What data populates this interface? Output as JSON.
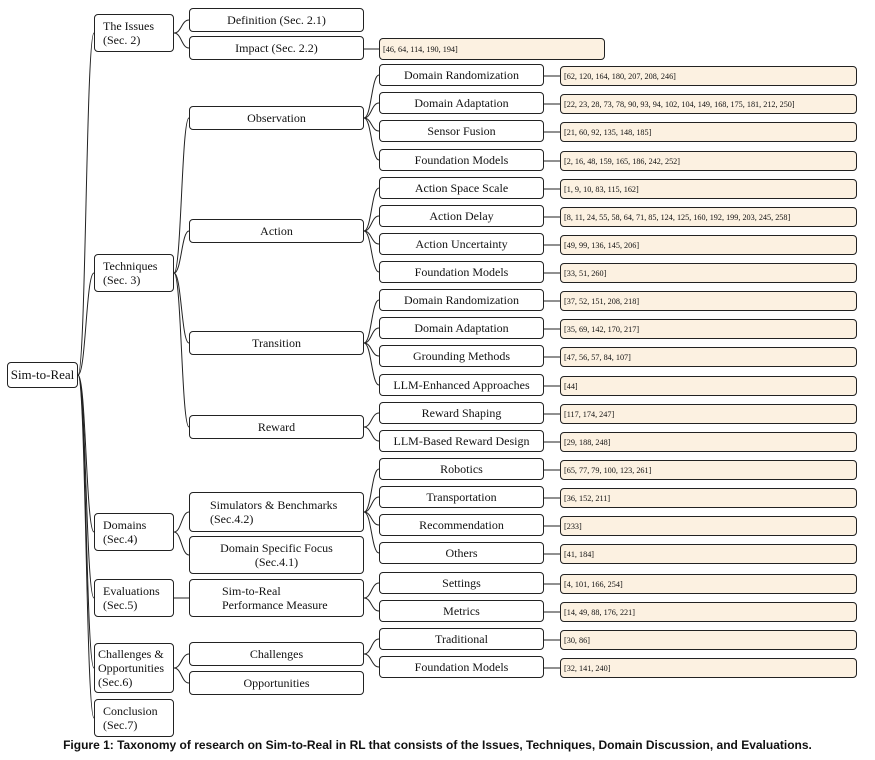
{
  "root": "Sim-to-Real",
  "sections": {
    "issues": "The Issues\n(Sec. 2)",
    "techniques": "Techniques\n(Sec. 3)",
    "domains": "Domains\n(Sec.4)",
    "evaluations": "Evaluations\n(Sec.5)",
    "challenges": "Challenges &\nOpportunities\n(Sec.6)",
    "conclusion": "Conclusion\n(Sec.7)"
  },
  "issues": {
    "definition": "Definition (Sec. 2.1)",
    "impact": "Impact (Sec. 2.2)",
    "impact_refs": "[46, 64, 114, 190, 194]"
  },
  "techniques": {
    "observation": {
      "label": "Observation",
      "items": [
        {
          "label": "Domain Randomization",
          "refs": "[62, 120, 164, 180, 207, 208, 246]"
        },
        {
          "label": "Domain Adaptation",
          "refs": "[22, 23, 28, 73, 78, 90, 93, 94, 102, 104, 149, 168, 175, 181, 212, 250]"
        },
        {
          "label": "Sensor Fusion",
          "refs": "[21, 60, 92, 135, 148, 185]"
        },
        {
          "label": "Foundation Models",
          "refs": "[2, 16, 48, 159, 165, 186, 242, 252]"
        }
      ]
    },
    "action": {
      "label": "Action",
      "items": [
        {
          "label": "Action Space Scale",
          "refs": "[1, 9, 10, 83, 115, 162]"
        },
        {
          "label": "Action Delay",
          "refs": "[8, 11, 24, 55, 58, 64, 71, 85, 124, 125, 160, 192, 199, 203, 245, 258]"
        },
        {
          "label": "Action Uncertainty",
          "refs": "[49, 99, 136, 145, 206]"
        },
        {
          "label": "Foundation Models",
          "refs": "[33, 51, 260]"
        }
      ]
    },
    "transition": {
      "label": "Transition",
      "items": [
        {
          "label": "Domain Randomization",
          "refs": "[37, 52, 151, 208, 218]"
        },
        {
          "label": "Domain Adaptation",
          "refs": "[35, 69, 142, 170, 217]"
        },
        {
          "label": "Grounding Methods",
          "refs": "[47, 56, 57, 84, 107]"
        },
        {
          "label": "LLM-Enhanced Approaches",
          "refs": "[44]"
        }
      ]
    },
    "reward": {
      "label": "Reward",
      "items": [
        {
          "label": "Reward Shaping",
          "refs": "[117, 174, 247]"
        },
        {
          "label": "LLM-Based Reward Design",
          "refs": "[29, 188, 248]"
        }
      ]
    }
  },
  "domains": {
    "simulators": {
      "label": "Simulators & Benchmarks\n(Sec.4.2)",
      "items": [
        {
          "label": "Robotics",
          "refs": "[65, 77, 79, 100, 123, 261]"
        },
        {
          "label": "Transportation",
          "refs": "[36, 152, 211]"
        },
        {
          "label": "Recommendation",
          "refs": "[233]"
        },
        {
          "label": "Others",
          "refs": "[41, 184]"
        }
      ]
    },
    "focus": "Domain Specific Focus\n(Sec.4.1)"
  },
  "evaluations": {
    "measure": {
      "label": "Sim-to-Real\nPerformance Measure",
      "items": [
        {
          "label": "Settings",
          "refs": "[4, 101, 166, 254]"
        },
        {
          "label": "Metrics",
          "refs": "[14, 49, 88, 176, 221]"
        }
      ]
    }
  },
  "challenges": {
    "challenges": {
      "label": "Challenges",
      "items": [
        {
          "label": "Traditional",
          "refs": "[30, 86]"
        },
        {
          "label": "Foundation Models",
          "refs": "[32, 141, 240]"
        }
      ]
    },
    "opportunities": "Opportunities"
  },
  "caption": "Figure 1: Taxonomy of research on Sim-to-Real in RL that consists of the Issues, Techniques, Domain Discussion, and Evaluations."
}
